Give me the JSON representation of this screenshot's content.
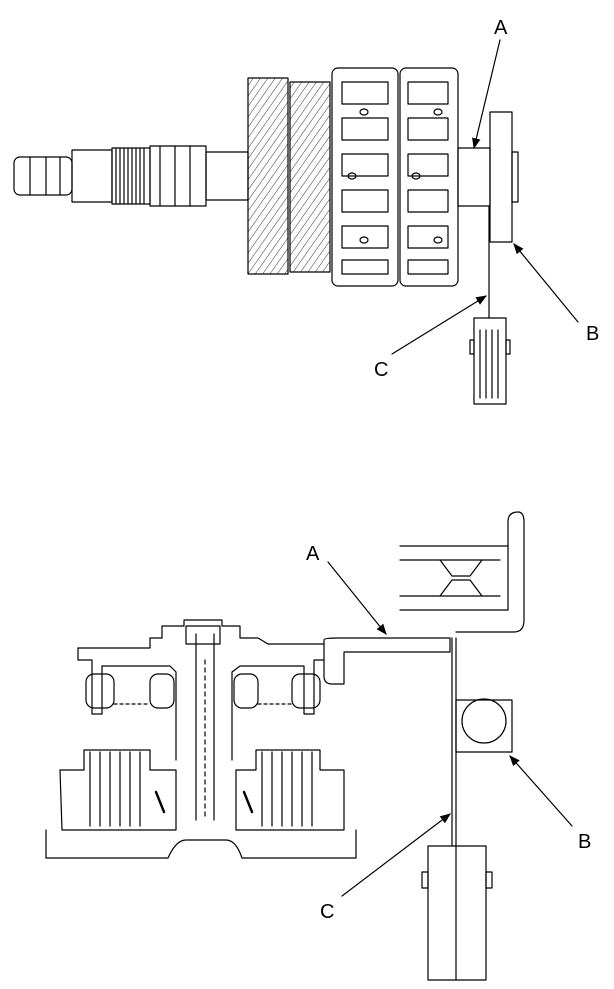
{
  "figure_top": {
    "callouts": {
      "a": "A",
      "b": "B",
      "c": "C"
    }
  },
  "figure_bottom": {
    "callouts": {
      "a": "A",
      "b": "B",
      "c": "C"
    }
  },
  "colors": {
    "line": "#000000",
    "background": "#ffffff"
  }
}
